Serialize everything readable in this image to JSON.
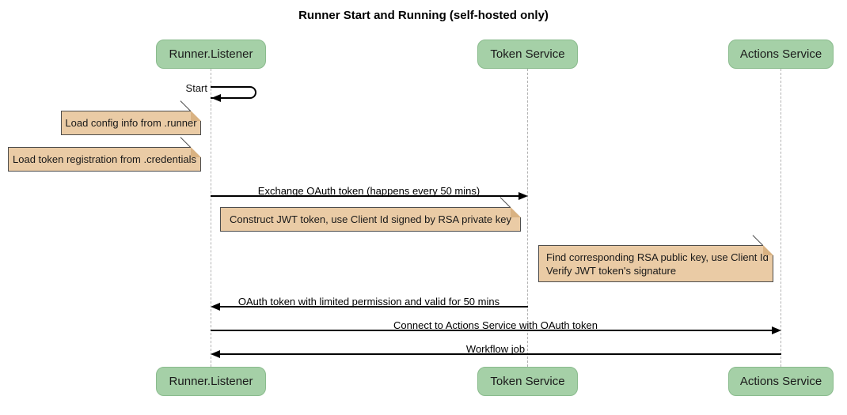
{
  "diagram": {
    "title": "Runner Start and Running (self-hosted only)",
    "participants": [
      {
        "label": "Runner.Listener"
      },
      {
        "label": "Token Service"
      },
      {
        "label": "Actions Service"
      }
    ],
    "messages": [
      {
        "kind": "self-message",
        "from": "Runner.Listener",
        "to": "Runner.Listener",
        "label": "Start"
      },
      {
        "kind": "solid-arrow-right",
        "from": "Runner.Listener",
        "to": "Token Service",
        "label": "Exchange OAuth token (happens every 50 mins)"
      },
      {
        "kind": "solid-arrow-left",
        "from": "Token Service",
        "to": "Runner.Listener",
        "label": "OAuth token with limited permission and valid for 50 mins"
      },
      {
        "kind": "solid-arrow-right",
        "from": "Runner.Listener",
        "to": "Actions Service",
        "label": "Connect to Actions Service with OAuth token"
      },
      {
        "kind": "solid-arrow-left",
        "from": "Actions Service",
        "to": "Runner.Listener",
        "label": "Workflow job"
      }
    ],
    "notes": [
      {
        "position": "left of Runner.Listener",
        "label": "Load config info from .runner"
      },
      {
        "position": "left of Runner.Listener",
        "label": "Load token registration from .credentials"
      },
      {
        "position": "between Runner.Listener and Token Service",
        "label": "Construct JWT token, use Client Id signed by RSA private key"
      },
      {
        "position": "between Token Service and Actions Service",
        "lines": [
          "Find corresponding RSA public key, use Client Id",
          "Verify JWT token's signature"
        ]
      }
    ],
    "colors": {
      "participant_fill": "#a5d0a7",
      "participant_border": "#8abb8d",
      "note_fill": "#eacba5",
      "note_fold": "#d9b282",
      "note_border": "#4d4d4d",
      "lifeline_color": "#b3b3b3",
      "line_color": "#000000",
      "bg_color": "#ffffff"
    }
  }
}
